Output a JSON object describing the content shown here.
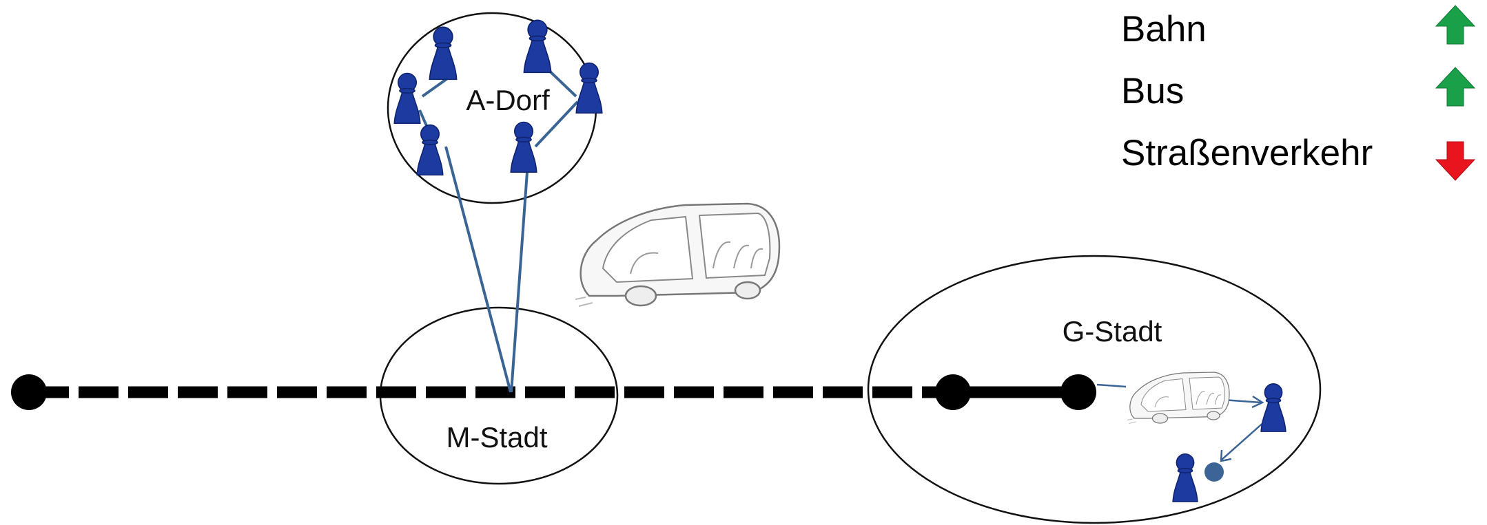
{
  "places": {
    "a_dorf": "A-Dorf",
    "m_stadt": "M-Stadt",
    "g_stadt": "G-Stadt"
  },
  "legend": {
    "items": [
      {
        "label": "Bahn",
        "trend": "up",
        "icon": "green-up-arrow-icon"
      },
      {
        "label": "Bus",
        "trend": "up",
        "icon": "green-up-arrow-icon"
      },
      {
        "label": "Straßenverkehr",
        "trend": "down",
        "icon": "red-down-arrow-icon"
      }
    ]
  },
  "colors": {
    "rail": "#000000",
    "link": "#3a6494",
    "pawn": "#1c3aa0",
    "pawn_highlight": "#4a6ed8",
    "up_arrow": "#19a049",
    "down_arrow": "#e8141e",
    "stop_dot": "#3c6496"
  },
  "icons": {
    "pawn": "pawn-icon",
    "vehicle": "autonomous-shuttle-icon"
  }
}
